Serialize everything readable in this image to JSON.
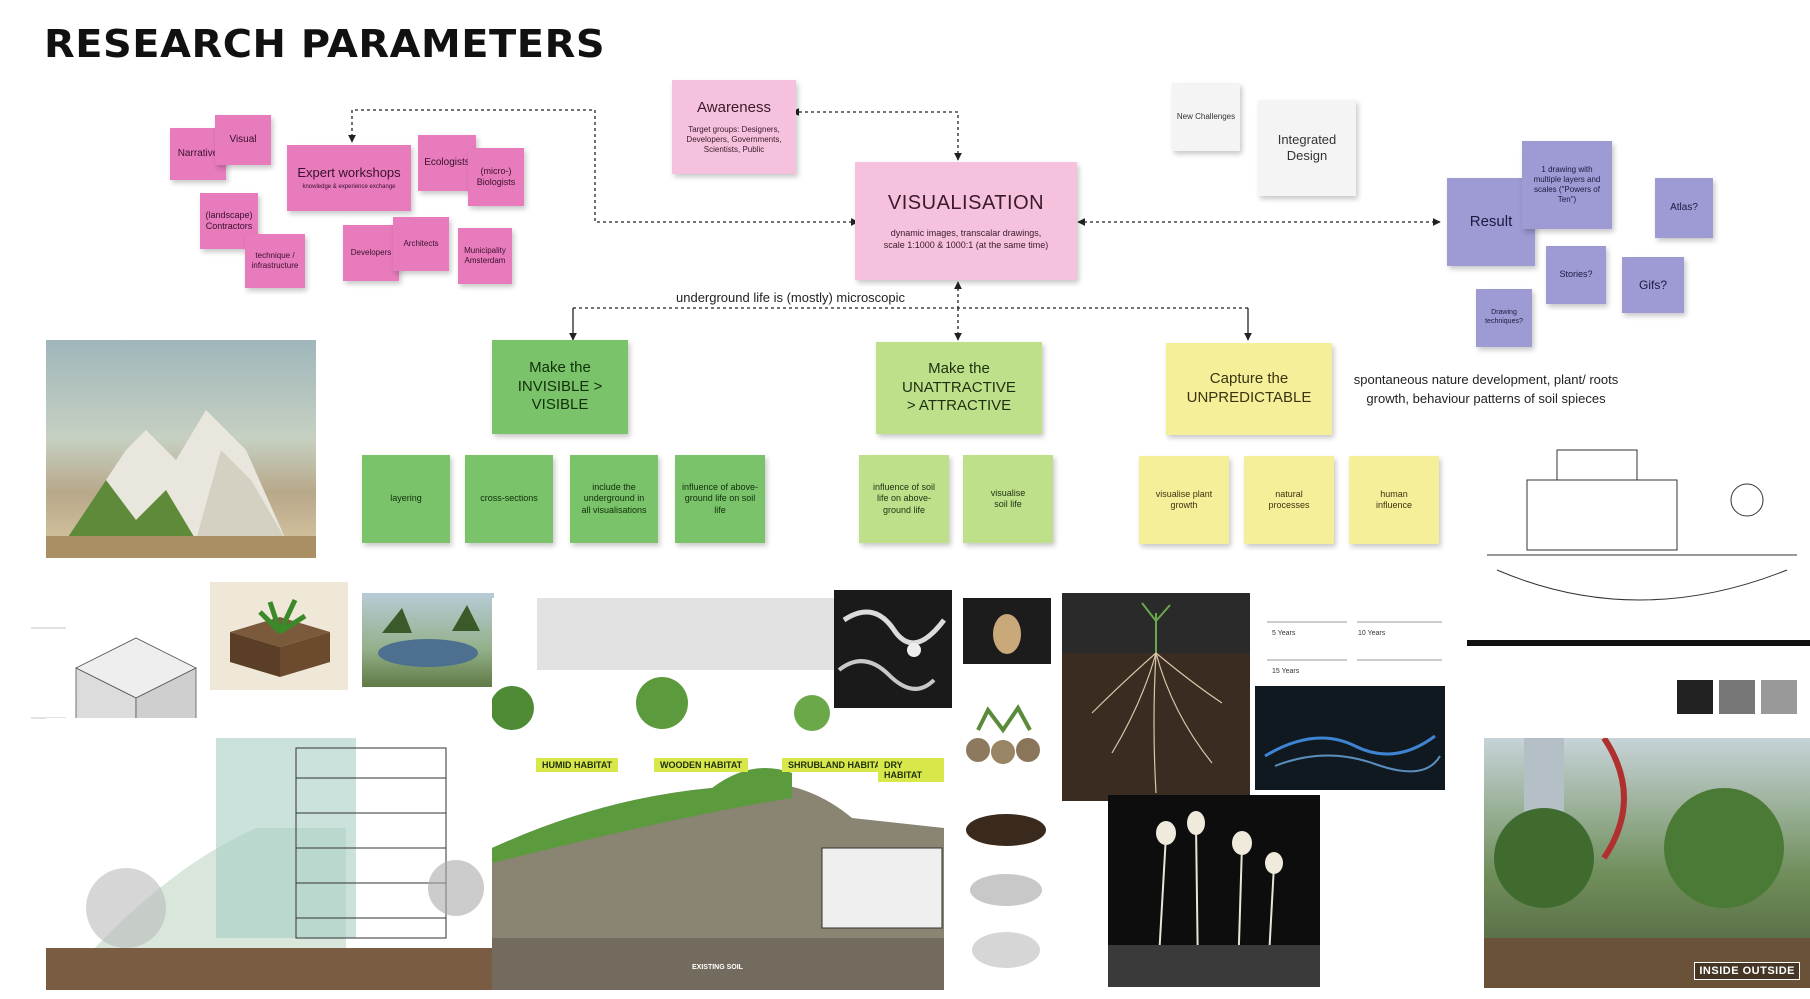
{
  "title": "RESEARCH PARAMETERS",
  "center": {
    "title": "VISUALISATION",
    "subtitle": "dynamic images, transcalar drawings, scale 1:1000 & 1000:1 (at the same time)"
  },
  "awareness": {
    "title": "Awareness",
    "subtitle": "Target groups: Designers, Developers, Governments, Scientists, Public"
  },
  "stakeholders": {
    "narrative": "Narrative",
    "visual": "Visual",
    "workshops_title": "Expert workshops",
    "workshops_sub": "knowledge & experience exchange",
    "ecologists": "Ecologists",
    "biologists": "(micro-) Biologists",
    "contractors": "(landscape) Contractors",
    "technique": "technique / infrastructure",
    "developers": "Developers",
    "architects": "Architects",
    "municipality": "Municipality Amsterdam"
  },
  "topright": {
    "new_challenges": "New Challenges",
    "integrated": "Integrated Design"
  },
  "result": {
    "title": "Result",
    "layers": "1 drawing with multiple layers and scales (\"Powers of Ten\")",
    "atlas": "Atlas?",
    "stories": "Stories?",
    "gifs": "Gifs?",
    "drawing": "Drawing techniques?"
  },
  "underground_label": "underground life is (mostly) microscopic",
  "spontaneous_label": "spontaneous nature development, plant/ roots growth, behaviour patterns of soil spieces",
  "branches": {
    "invisible": "Make the INVISIBLE > VISIBLE",
    "unattractive": "Make the UNATTRACTIVE > ATTRACTIVE",
    "unpredictable": "Capture the UNPREDICTABLE"
  },
  "subnotes": {
    "layering": "layering",
    "cross_sections": "cross-sections",
    "underground": "include the underground in all visualisations",
    "influence_above": "influence of above-ground life on soil life",
    "influence_soil": "influence of soil life on above-ground life",
    "visualise_soil": "visualise soil life",
    "visualise_plant": "visualise plant growth",
    "natural": "natural processes",
    "human": "human influence"
  },
  "images": {
    "habitats": [
      "HUMID HABITAT",
      "WOODEN HABITAT",
      "SHRUBLAND HABITAT",
      "DRY HABITAT"
    ],
    "existing_soil": "EXISTING SOIL",
    "inside_outside": "INSIDE OUTSIDE",
    "years": [
      "5 Years",
      "10 Years",
      "15 Years"
    ]
  },
  "colors": {
    "pink": "#e77bbb",
    "light_pink": "#f6c1dd",
    "purple": "#9d9ad4",
    "green": "#7ac36a",
    "light_green": "#bfe08a",
    "yellow": "#f6ef9a"
  }
}
